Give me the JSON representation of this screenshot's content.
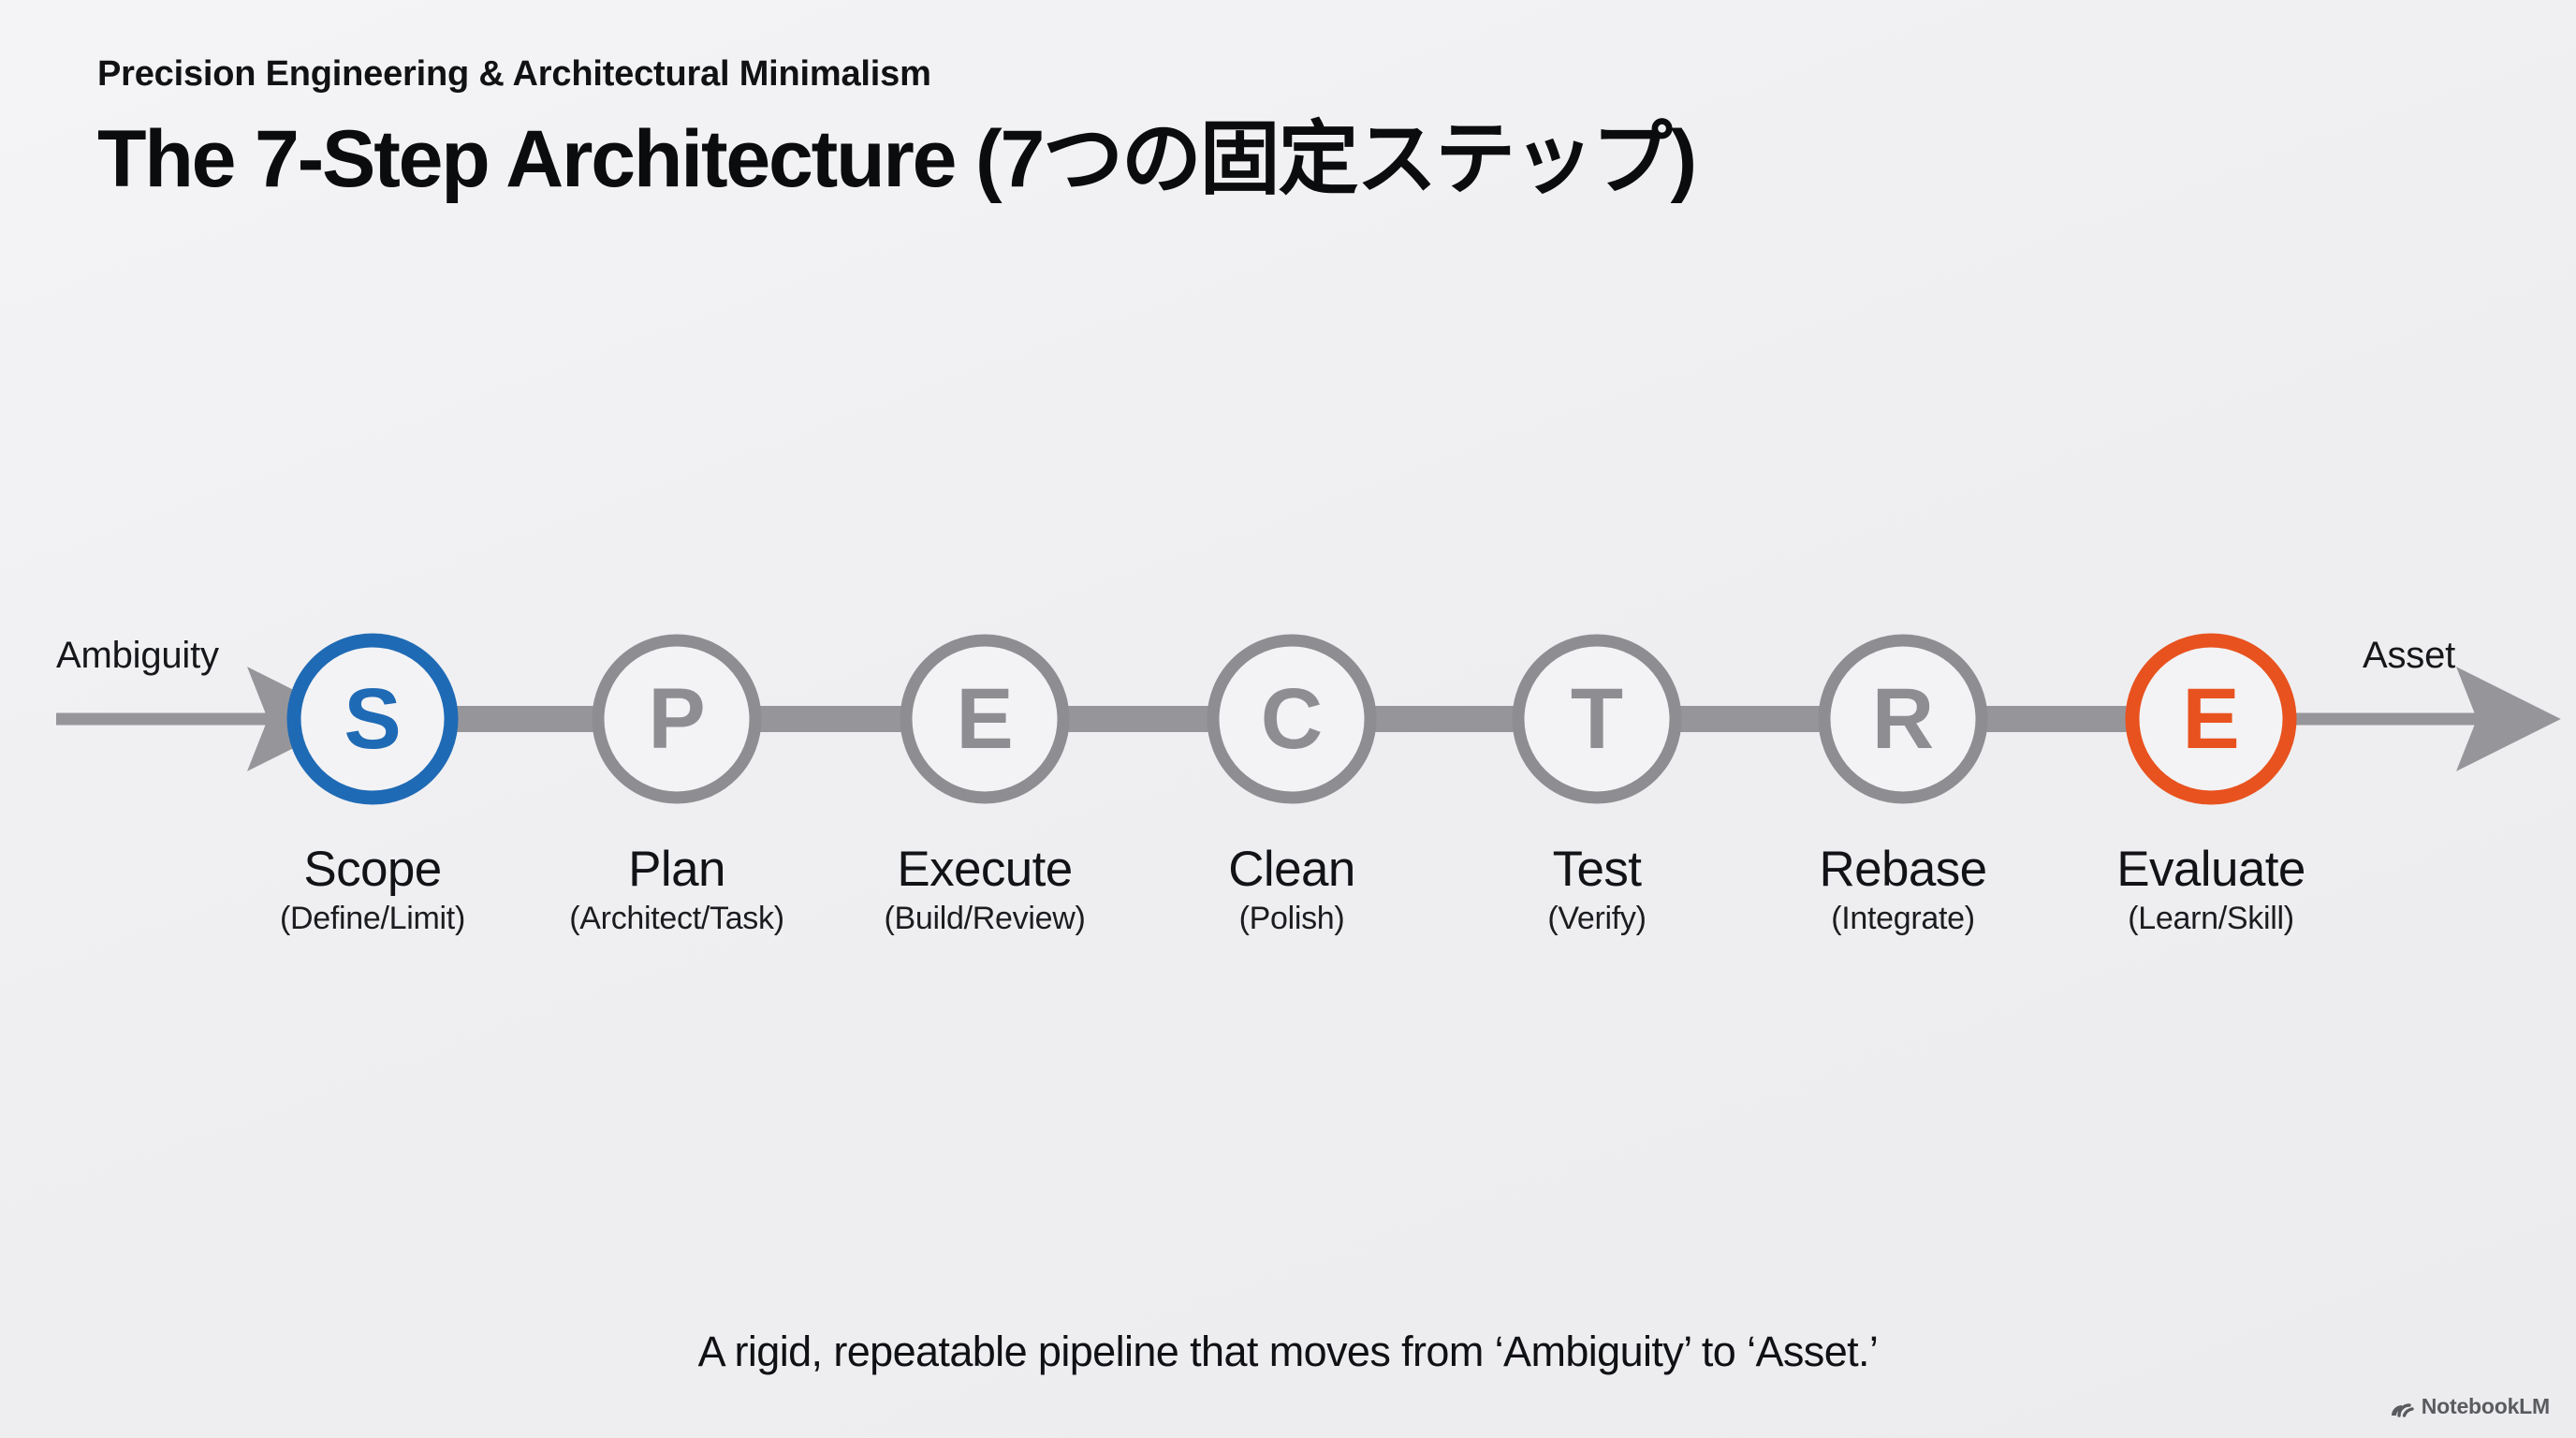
{
  "header": {
    "eyebrow": "Precision Engineering & Architectural Minimalism",
    "title": "The 7-Step Architecture (7つの固定ステップ)"
  },
  "pipeline": {
    "start_label": "Ambiguity",
    "end_label": "Asset",
    "active_color": "#1f6ab5",
    "final_color": "#e8521f",
    "neutral_color": "#8e8e92",
    "connector_color": "#96969a",
    "steps": [
      {
        "letter": "S",
        "name": "Scope",
        "sub": "(Define/Limit)",
        "state": "start"
      },
      {
        "letter": "P",
        "name": "Plan",
        "sub": "(Architect/Task)",
        "state": "neutral"
      },
      {
        "letter": "E",
        "name": "Execute",
        "sub": "(Build/Review)",
        "state": "neutral"
      },
      {
        "letter": "C",
        "name": "Clean",
        "sub": "(Polish)",
        "state": "neutral"
      },
      {
        "letter": "T",
        "name": "Test",
        "sub": "(Verify)",
        "state": "neutral"
      },
      {
        "letter": "R",
        "name": "Rebase",
        "sub": "(Integrate)",
        "state": "neutral"
      },
      {
        "letter": "E",
        "name": "Evaluate",
        "sub": "(Learn/Skill)",
        "state": "final"
      }
    ]
  },
  "caption": "A rigid, repeatable pipeline that moves from ‘Ambiguity’ to ‘Asset.’",
  "watermark": {
    "label": "NotebookLM",
    "icon": "notebooklm-logo-icon"
  },
  "background": "#f1f1f3"
}
